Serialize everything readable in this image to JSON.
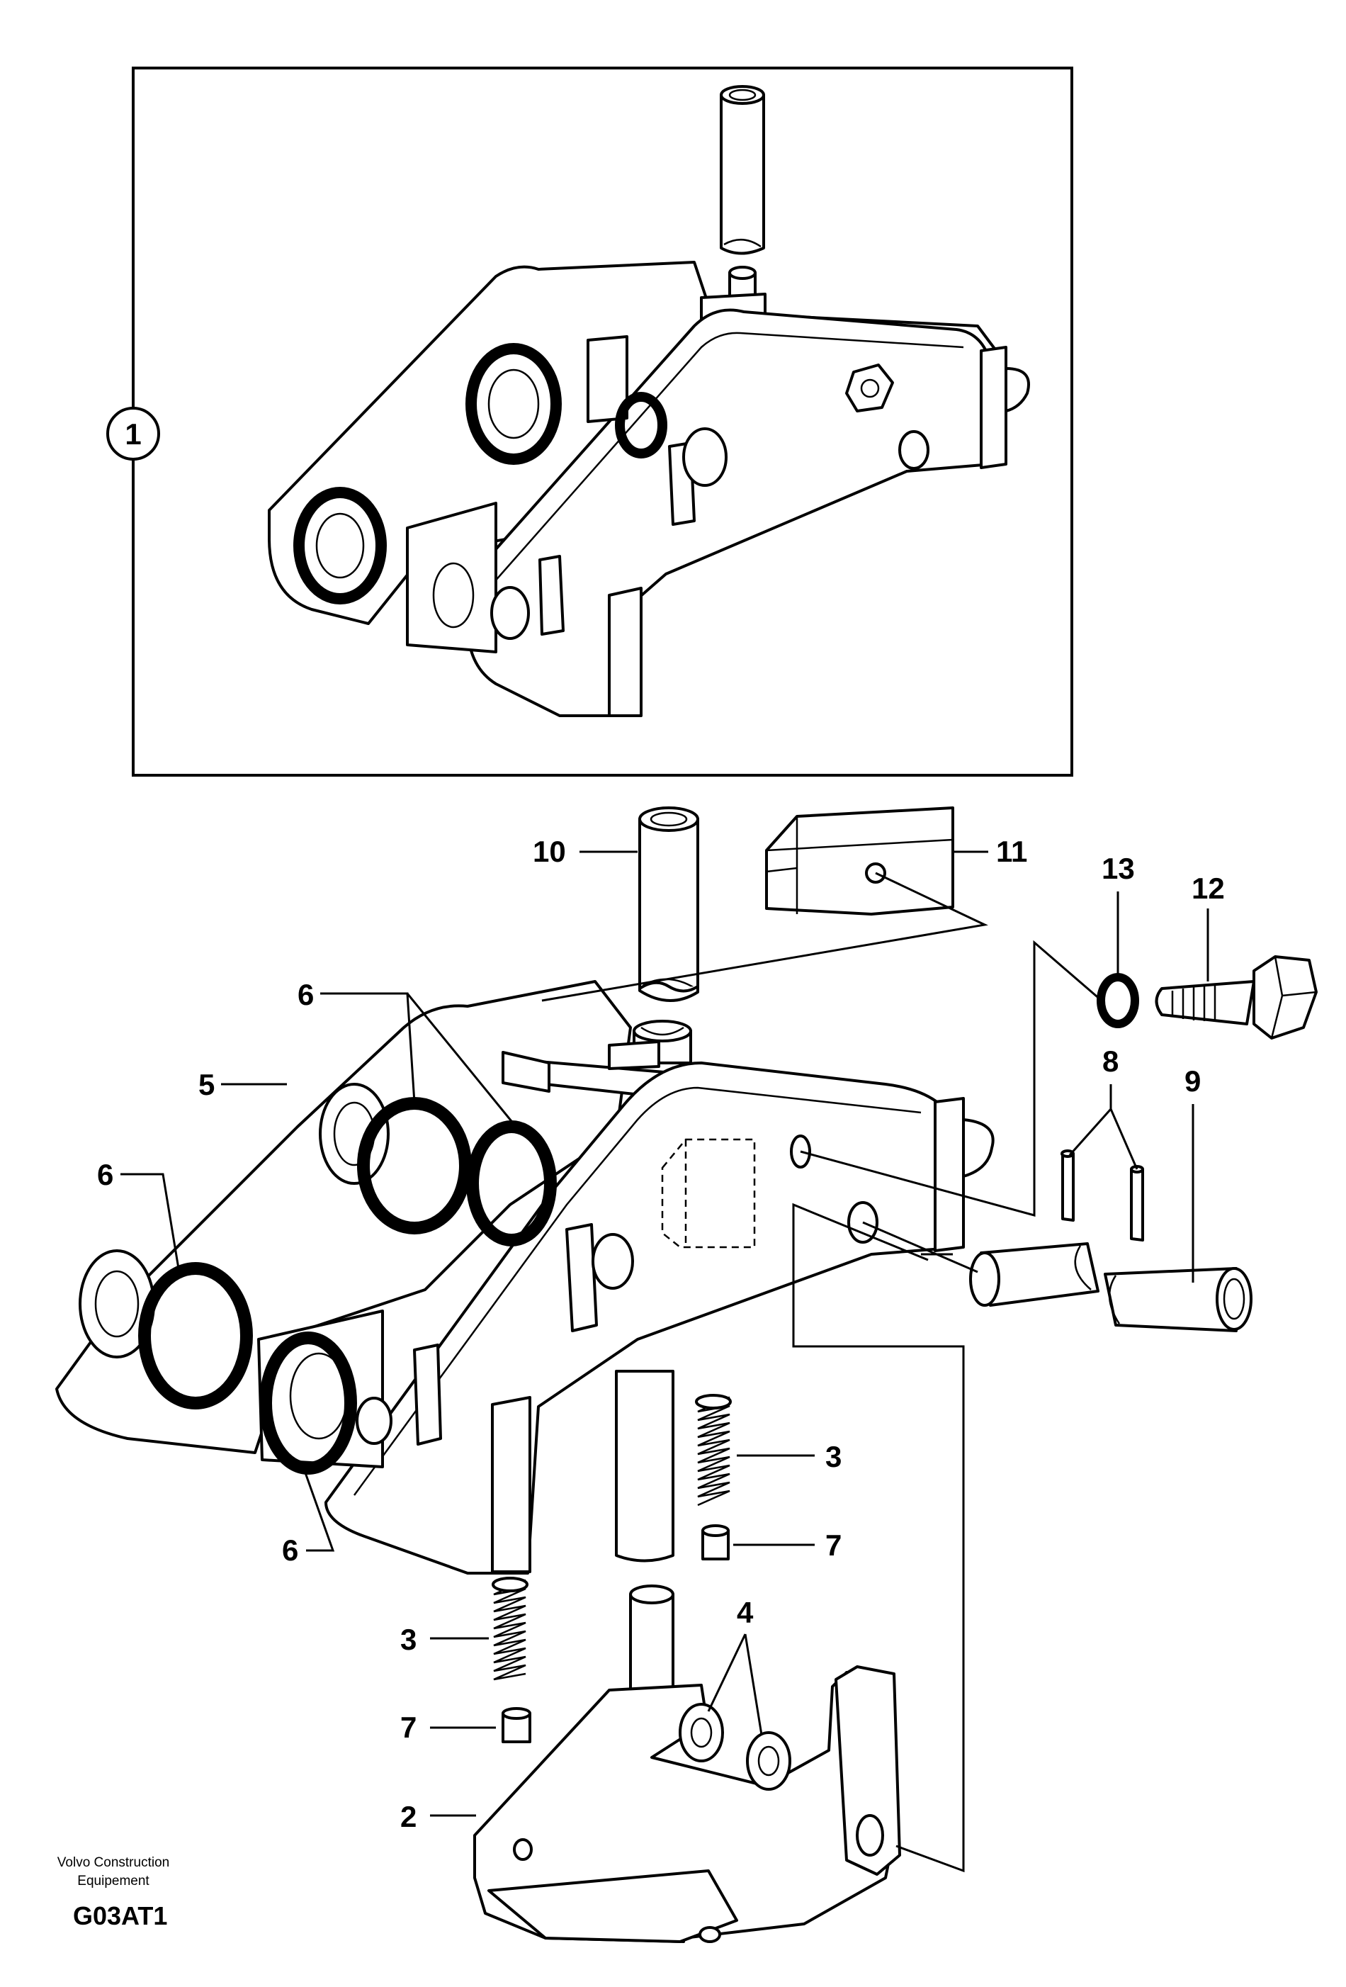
{
  "callouts": {
    "assembly": "1",
    "n2": "2",
    "n3a": "3",
    "n3b": "3",
    "n4": "4",
    "n5": "5",
    "n6a": "6",
    "n6b": "6",
    "n6c": "6",
    "n7a": "7",
    "n7b": "7",
    "n8": "8",
    "n9": "9",
    "n10": "10",
    "n11": "11",
    "n12": "12",
    "n13": "13"
  },
  "footer": {
    "brand_line1": "Volvo Construction",
    "brand_line2": "Equipement",
    "drawing_code": "G03AT1"
  }
}
